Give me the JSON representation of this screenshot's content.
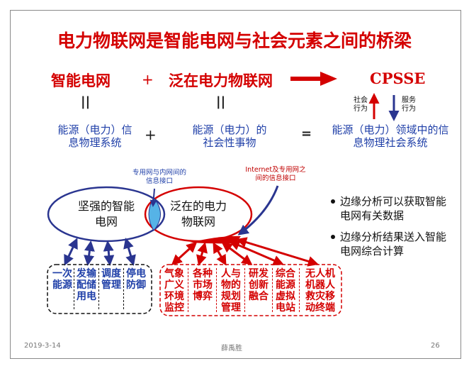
{
  "title": "电力物联网是智能电网与社会元素之间的桥梁",
  "row1": {
    "left": "智能电网",
    "plus": "+",
    "middle": "泛在电力物联网",
    "right": "CPSSE"
  },
  "parallel": {
    "left": "||",
    "middle": "||"
  },
  "arrow_labels": {
    "social": "社会行为",
    "service": "服务行为"
  },
  "row2": {
    "left": "能源（电力）信息物理系统",
    "plus": "+",
    "middle": "能源（电力）的社会性事物",
    "equals": "=",
    "right": "能源（电力）领域中的信息物理社会系统"
  },
  "annotations": {
    "left": "专用网与内网间的信息接口",
    "right": "Internet及专用网之间的信息接口"
  },
  "ellipses": {
    "left": "坚强的智能电网",
    "right": "泛在的电力物联网"
  },
  "bullets": [
    "边缘分析可以获取智能电网有关数据",
    "边缘分析结果送入智能电网综合计算"
  ],
  "left_boxes": [
    "一次能源",
    "发输配储用电",
    "调度管理",
    "停电防御"
  ],
  "right_boxes": [
    "气象广义环境监控",
    "各种市场博弈",
    "人与物的规划管理",
    "研发创新融合",
    "综合能源虚拟电站",
    "无人机机器人救灾移动终端"
  ],
  "footer": {
    "date": "2019-3-14",
    "author": "薛禹胜",
    "page": "26"
  },
  "colors": {
    "red": "#d40000",
    "blue": "#1f3fa8",
    "navy": "#2a3590"
  }
}
